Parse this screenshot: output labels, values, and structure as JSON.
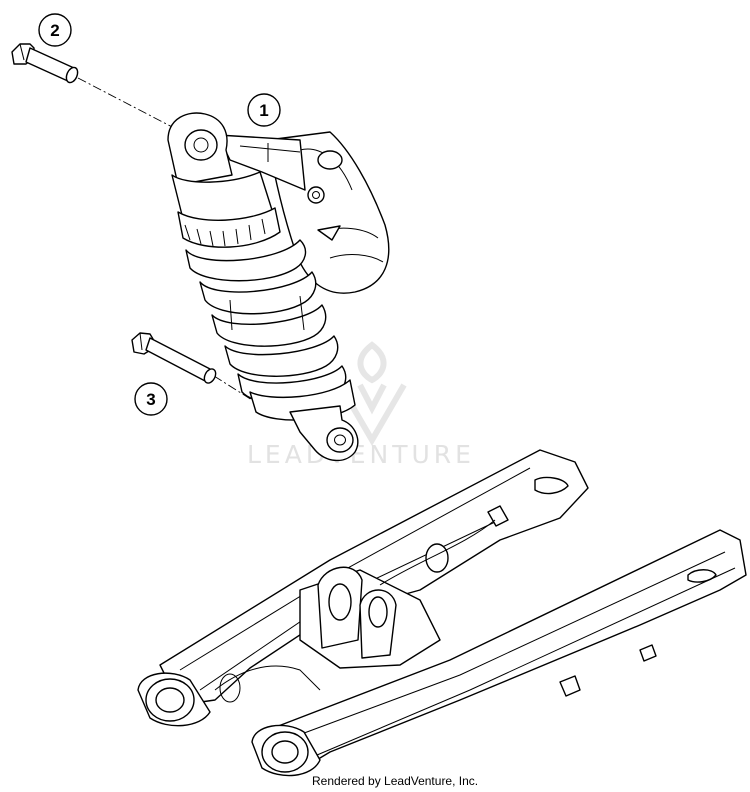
{
  "callouts": [
    {
      "id": "1",
      "label": "1"
    },
    {
      "id": "2",
      "label": "2"
    },
    {
      "id": "3",
      "label": "3"
    }
  ],
  "watermark": {
    "text": "LEADVENTURE"
  },
  "footer": {
    "credit": "Rendered by LeadVenture, Inc."
  },
  "colors": {
    "line": "#000000",
    "background": "#ffffff",
    "watermark": "#e2e2e2"
  }
}
